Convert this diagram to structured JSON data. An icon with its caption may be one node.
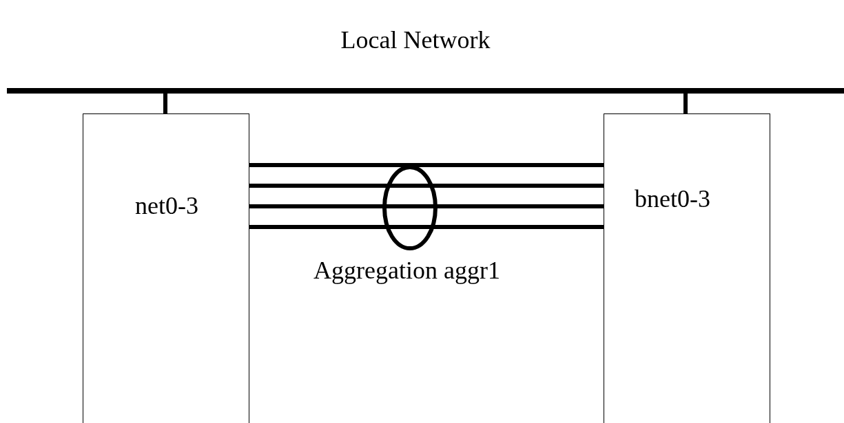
{
  "diagram": {
    "nodes": [
      {
        "text": [
          "Local Network"
        ]
      },
      {
        "text": [
          "net0-3"
        ]
      },
      {
        "text": [
          "bnet0-3"
        ]
      },
      {
        "text": [
          "Aggregation aggr1"
        ]
      }
    ],
    "edges": [
      {
        "from": 0,
        "to": 1,
        "arrow": "none"
      },
      {
        "from": 0,
        "to": 2,
        "arrow": "none"
      },
      {
        "from": 1,
        "to": 2,
        "arrow": "none"
      },
      {
        "from": 1,
        "to": 2,
        "arrow": "none"
      },
      {
        "from": 1,
        "to": 2,
        "arrow": "none"
      },
      {
        "from": 1,
        "to": 2,
        "arrow": "none"
      }
    ]
  }
}
